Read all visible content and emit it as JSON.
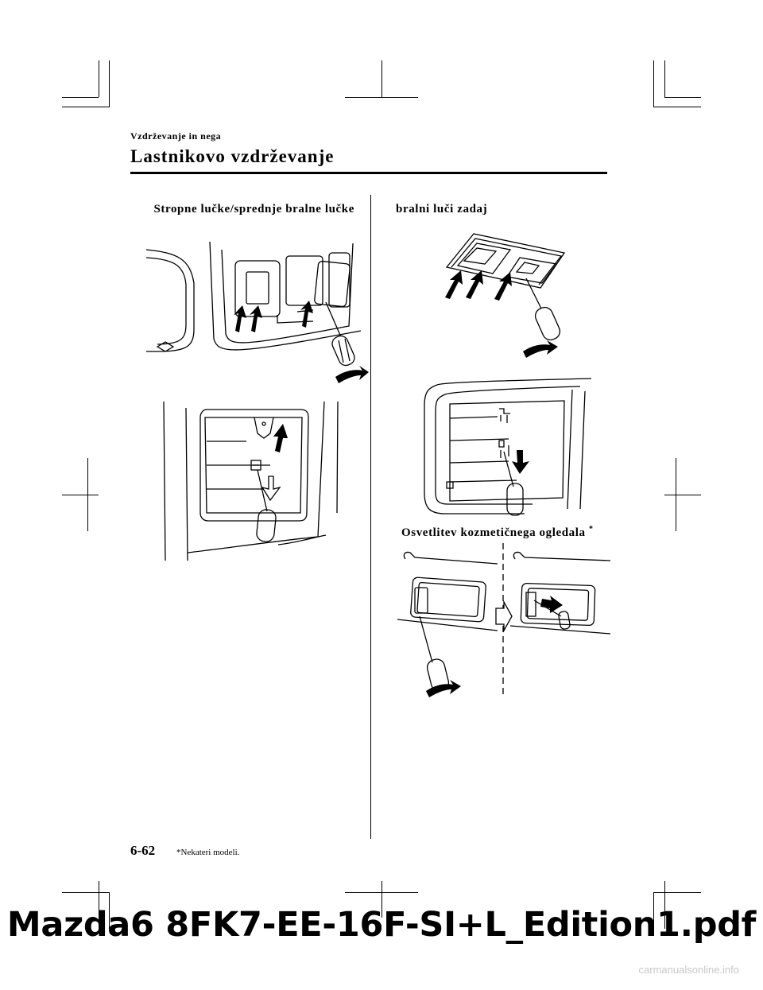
{
  "header": {
    "section_small": "Vzdrževanje in nega",
    "section_title": "Lastnikovo vzdrževanje"
  },
  "captions": {
    "left": "Stropne lučke/sprednje bralne lučke",
    "right": "bralni luči zadaj",
    "vanity": "Osvetlitev kozmetičnega ogledala",
    "vanity_mark": "*"
  },
  "footer": {
    "page_number": "6-62",
    "footnote": "*Nekateri modeli.",
    "filename": "Mazda6 8FK7-EE-16F-SI+L_Edition1.pdf",
    "watermark": "carmanualsonline.info"
  }
}
